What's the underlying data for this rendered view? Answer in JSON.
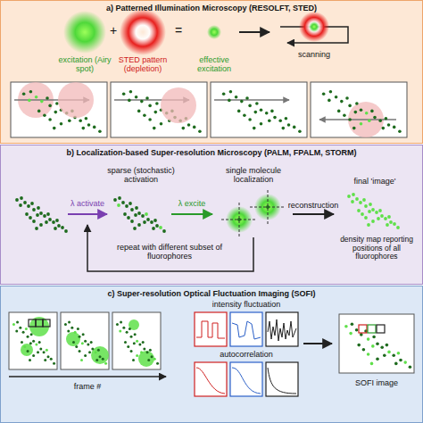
{
  "diagram": {
    "nodes": [
      {
        "text": [
          "a) Patterned Illumination Microscopy (RESOLFT, STED)"
        ]
      },
      {
        "text": [
          "b) Localization-based Super-resolution Microscopy (PALM, FPALM, STORM)"
        ]
      },
      {
        "text": [
          "c) Super-resolution Optical Fluctuation Imaging (SOFI)"
        ]
      }
    ],
    "labels": [
      "excitation (Airy spot)",
      "STED pattern (depletion)",
      "effective excitation",
      "scanning",
      "sparse (stochastic) activation",
      "λ activate",
      "single molecule localization",
      "λ excite",
      "reconstruction",
      "final 'image'",
      "density map reporting positions of all fluorophores",
      "repeat with different subset of fluorophores",
      "intensity fluctuation",
      "autocorrelation",
      "frame #",
      "SOFI image",
      "+",
      "="
    ]
  }
}
